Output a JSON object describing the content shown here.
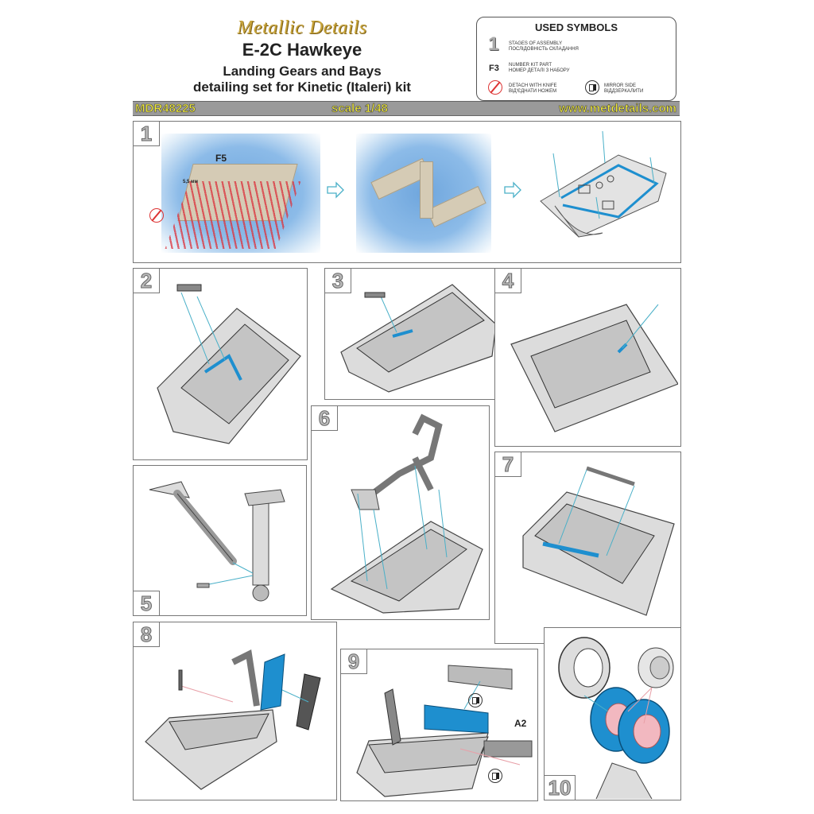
{
  "header": {
    "brand": "Metallic Details",
    "title": "E-2C Hawkeye",
    "subtitle_line1": "Landing Gears and Bays",
    "subtitle_line2": "detailing set for Kinetic (Italeri) kit"
  },
  "symbols": {
    "heading": "USED SYMBOLS",
    "stage_glyph": "1",
    "stage_en": "STAGES OF ASSEMBLY",
    "stage_ua": "ПОСЛІДОВНІСТЬ СКЛАДАННЯ",
    "part_glyph": "F3",
    "part_en": "NUMBER KIT PART",
    "part_ua": "НОМЕР ДЕТАЛІ З НАБОРУ",
    "knife_en": "DETACH WITH KNIFE",
    "knife_ua": "ВІД'ЄДНАТИ НОЖЕМ",
    "mirror_en": "MIRROR SIDE",
    "mirror_ua": "ВІДДЗЕРКАЛИТИ"
  },
  "banner": {
    "code": "MDR48225",
    "scale": "scale 1/48",
    "website": "www.metdetails.com"
  },
  "steps": [
    {
      "number": "1",
      "part_label": "F5",
      "dimension": "5,5 мм"
    },
    {
      "number": "2"
    },
    {
      "number": "3"
    },
    {
      "number": "4"
    },
    {
      "number": "5"
    },
    {
      "number": "6"
    },
    {
      "number": "7"
    },
    {
      "number": "8"
    },
    {
      "number": "9",
      "part_label": "A2"
    },
    {
      "number": "10"
    }
  ],
  "colors": {
    "brand_gold": "#c9a53a",
    "banner_bg": "#9a9a9a",
    "banner_text": "#f2ec3a",
    "highlight_blue": "#1e8fcf",
    "cut_red": "#dc323c"
  }
}
